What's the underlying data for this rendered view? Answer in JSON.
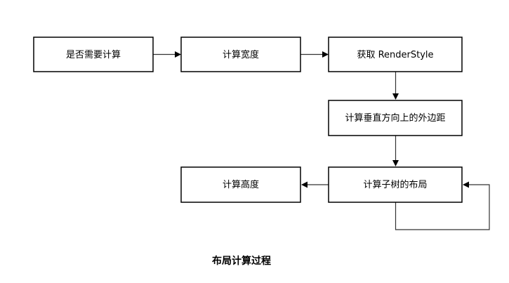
{
  "diagram": {
    "nodes": {
      "need_compute": "是否需要计算",
      "compute_width": "计算宽度",
      "get_renderstyle": "获取 RenderStyle",
      "vertical_margin": "计算垂直方向上的外边距",
      "subtree_layout": "计算子树的布局",
      "compute_height": "计算高度"
    },
    "caption": "布局计算过程"
  }
}
